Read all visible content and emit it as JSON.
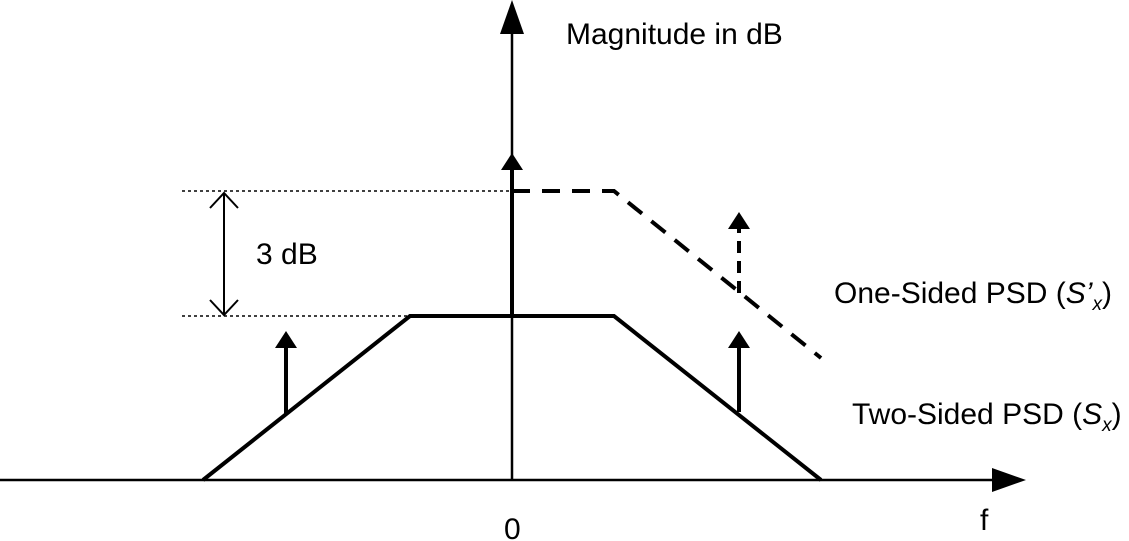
{
  "diagram": {
    "y_axis_label": "Magnitude in dB",
    "x_axis_label": "f",
    "origin_label": "0",
    "gap_label": "3 dB",
    "one_sided": {
      "label_main": "One-Sided PSD (",
      "label_symbol": "S’",
      "label_subscript": "x",
      "label_close": ")"
    },
    "two_sided": {
      "label_main": "Two-Sided PSD (",
      "label_symbol": "S",
      "label_subscript": "x",
      "label_close": ")"
    }
  }
}
